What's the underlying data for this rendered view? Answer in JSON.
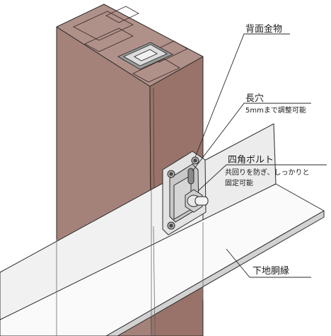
{
  "labels": {
    "back_bracket": "背面金物",
    "slot": "長穴",
    "slot_note": "5mmまで調整可能",
    "square_bolt": "四角ボルト",
    "square_bolt_note_1": "共回りを防ぎ、しっかりと",
    "square_bolt_note_2": "固定可能",
    "furring": "下地胴縁"
  },
  "colors": {
    "post_front": "#a4827a",
    "post_side": "#997369",
    "post_top": "#b0918a",
    "rail_face": "#f1f1f1",
    "rail_top": "#fafafa",
    "rail_edge": "#d2d2d2",
    "bracket": "#e3e3e3",
    "line": "#2a2a2a"
  }
}
